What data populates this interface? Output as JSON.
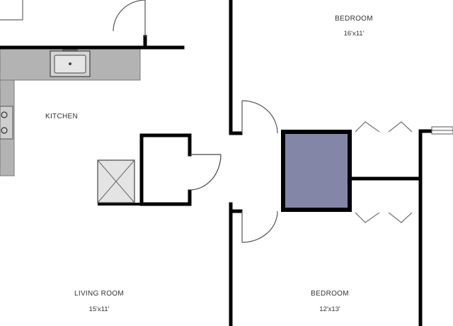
{
  "rooms": {
    "bedroom_top": {
      "name": "BEDROOM",
      "size": "16'x11'"
    },
    "kitchen": {
      "name": "KITCHEN"
    },
    "living_room": {
      "name": "LIVING ROOM",
      "size": "15'x11'"
    },
    "bedroom_bottom": {
      "name": "BEDROOM",
      "size": "12'x13'"
    }
  },
  "colors": {
    "wall": "#000000",
    "counter": "#b3b3b3",
    "closet_fill": "#8486a8",
    "fixture_outline": "#555555",
    "background": "#ffffff"
  }
}
